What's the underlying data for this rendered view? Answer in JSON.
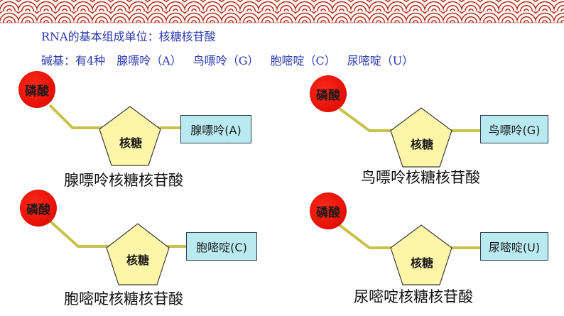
{
  "header": {
    "line1": "RNA的基本组成单位：核糖核苷酸",
    "line2_prefix": "碱基：有4种",
    "bases_list": [
      "腺嘌呤（A）",
      "鸟嘌呤（G）",
      "胞嘧啶（C）",
      "尿嘧啶（U）"
    ]
  },
  "nucleotides": [
    {
      "phosphate": "磷酸",
      "sugar": "核糖",
      "base": "腺嘌呤(A)",
      "name": "腺嘌呤核糖核苷酸"
    },
    {
      "phosphate": "磷酸",
      "sugar": "核糖",
      "base": "鸟嘌呤(G)",
      "name": "鸟嘌呤核糖核苷酸"
    },
    {
      "phosphate": "磷酸",
      "sugar": "核糖",
      "base": "胞嘧啶(C)",
      "name": "胞嘧啶核糖核苷酸"
    },
    {
      "phosphate": "磷酸",
      "sugar": "核糖",
      "base": "尿嘧啶(U)",
      "name": "尿嘧啶核糖核苷酸"
    }
  ],
  "colors": {
    "header_text": "#2a39b0",
    "phosphate": "#e81208",
    "sugar_fill": "#fdf6a8",
    "connector": "#c8c24a",
    "base_box": "#b9eaf2",
    "border_wave": "#b0251e"
  }
}
